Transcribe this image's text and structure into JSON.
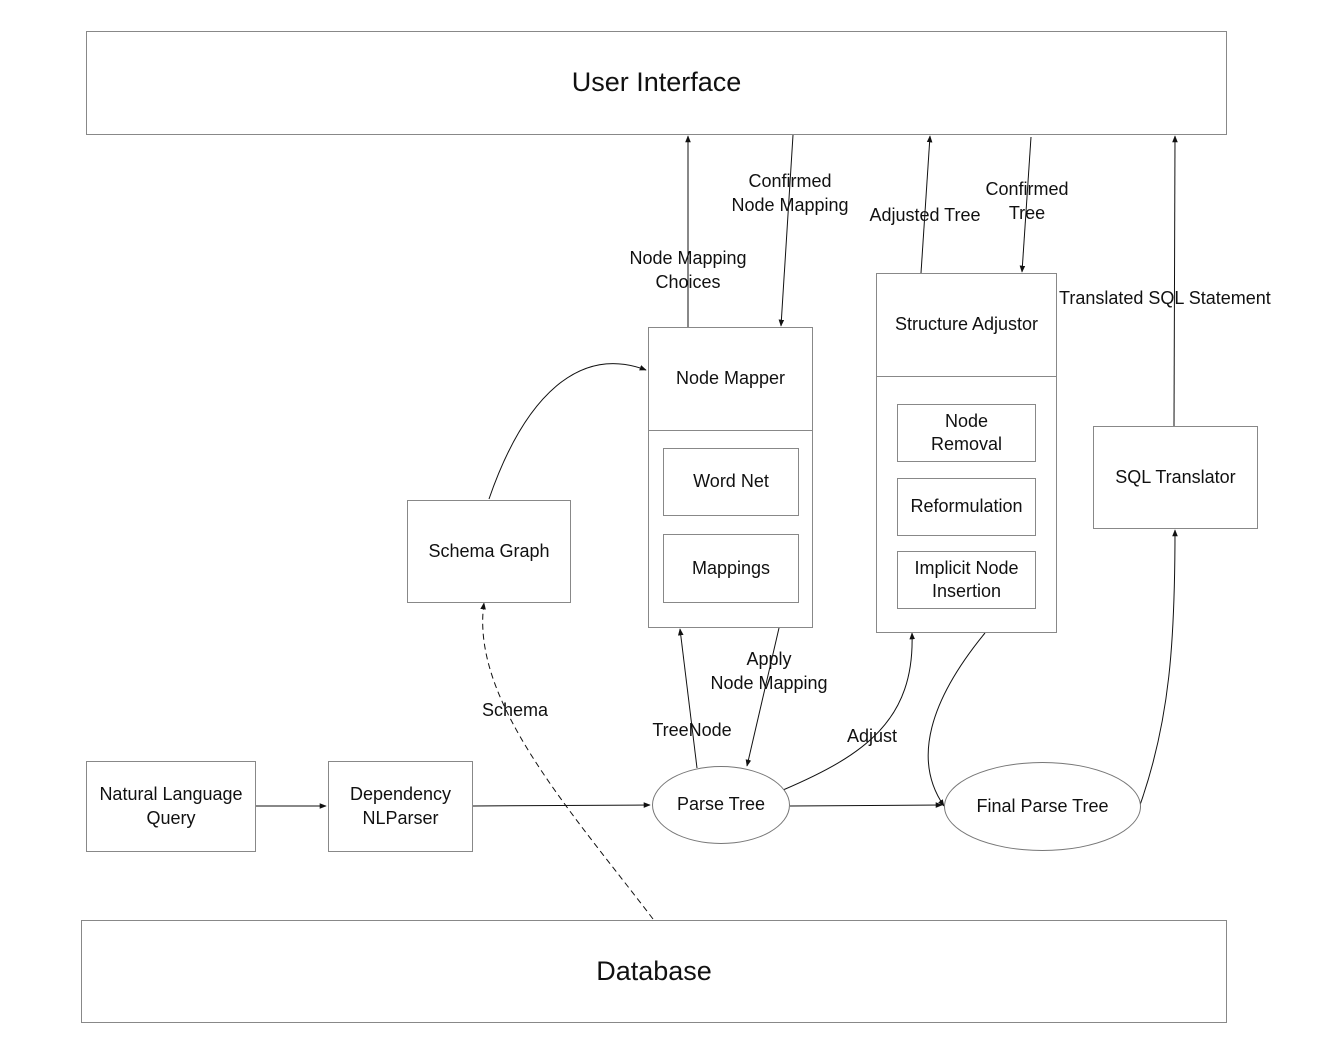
{
  "nodes": {
    "user_interface": "User Interface",
    "database": "Database",
    "natural_language_query": [
      "Natural Language",
      "Query"
    ],
    "dependency_parser": [
      "Dependency",
      "NLParser"
    ],
    "schema_graph": "Schema Graph",
    "node_mapper": {
      "title": "Node Mapper",
      "word_net": "Word Net",
      "mappings": "Mappings"
    },
    "structure_adjustor": {
      "title": "Structure Adjustor",
      "node_removal": [
        "Node",
        "Removal"
      ],
      "reformulation": "Reformulation",
      "implicit_node_insertion": [
        "Implicit Node",
        "Insertion"
      ]
    },
    "sql_translator": "SQL Translator",
    "parse_tree": "Parse Tree",
    "final_parse_tree": "Final Parse Tree"
  },
  "edge_labels": {
    "node_mapping_choices": [
      "Node Mapping",
      "Choices"
    ],
    "confirmed_node_mapping": [
      "Confirmed",
      "Node Mapping"
    ],
    "adjusted_tree": "Adjusted Tree",
    "confirmed_tree": [
      "Confirmed",
      "Tree"
    ],
    "translated_sql_statement": "Translated SQL Statement",
    "schema": "Schema",
    "tree_node": "TreeNode",
    "apply_node_mapping": [
      "Apply",
      "Node Mapping"
    ],
    "adjust": "Adjust"
  },
  "colors": {
    "line": "#111111",
    "border": "#888888"
  }
}
